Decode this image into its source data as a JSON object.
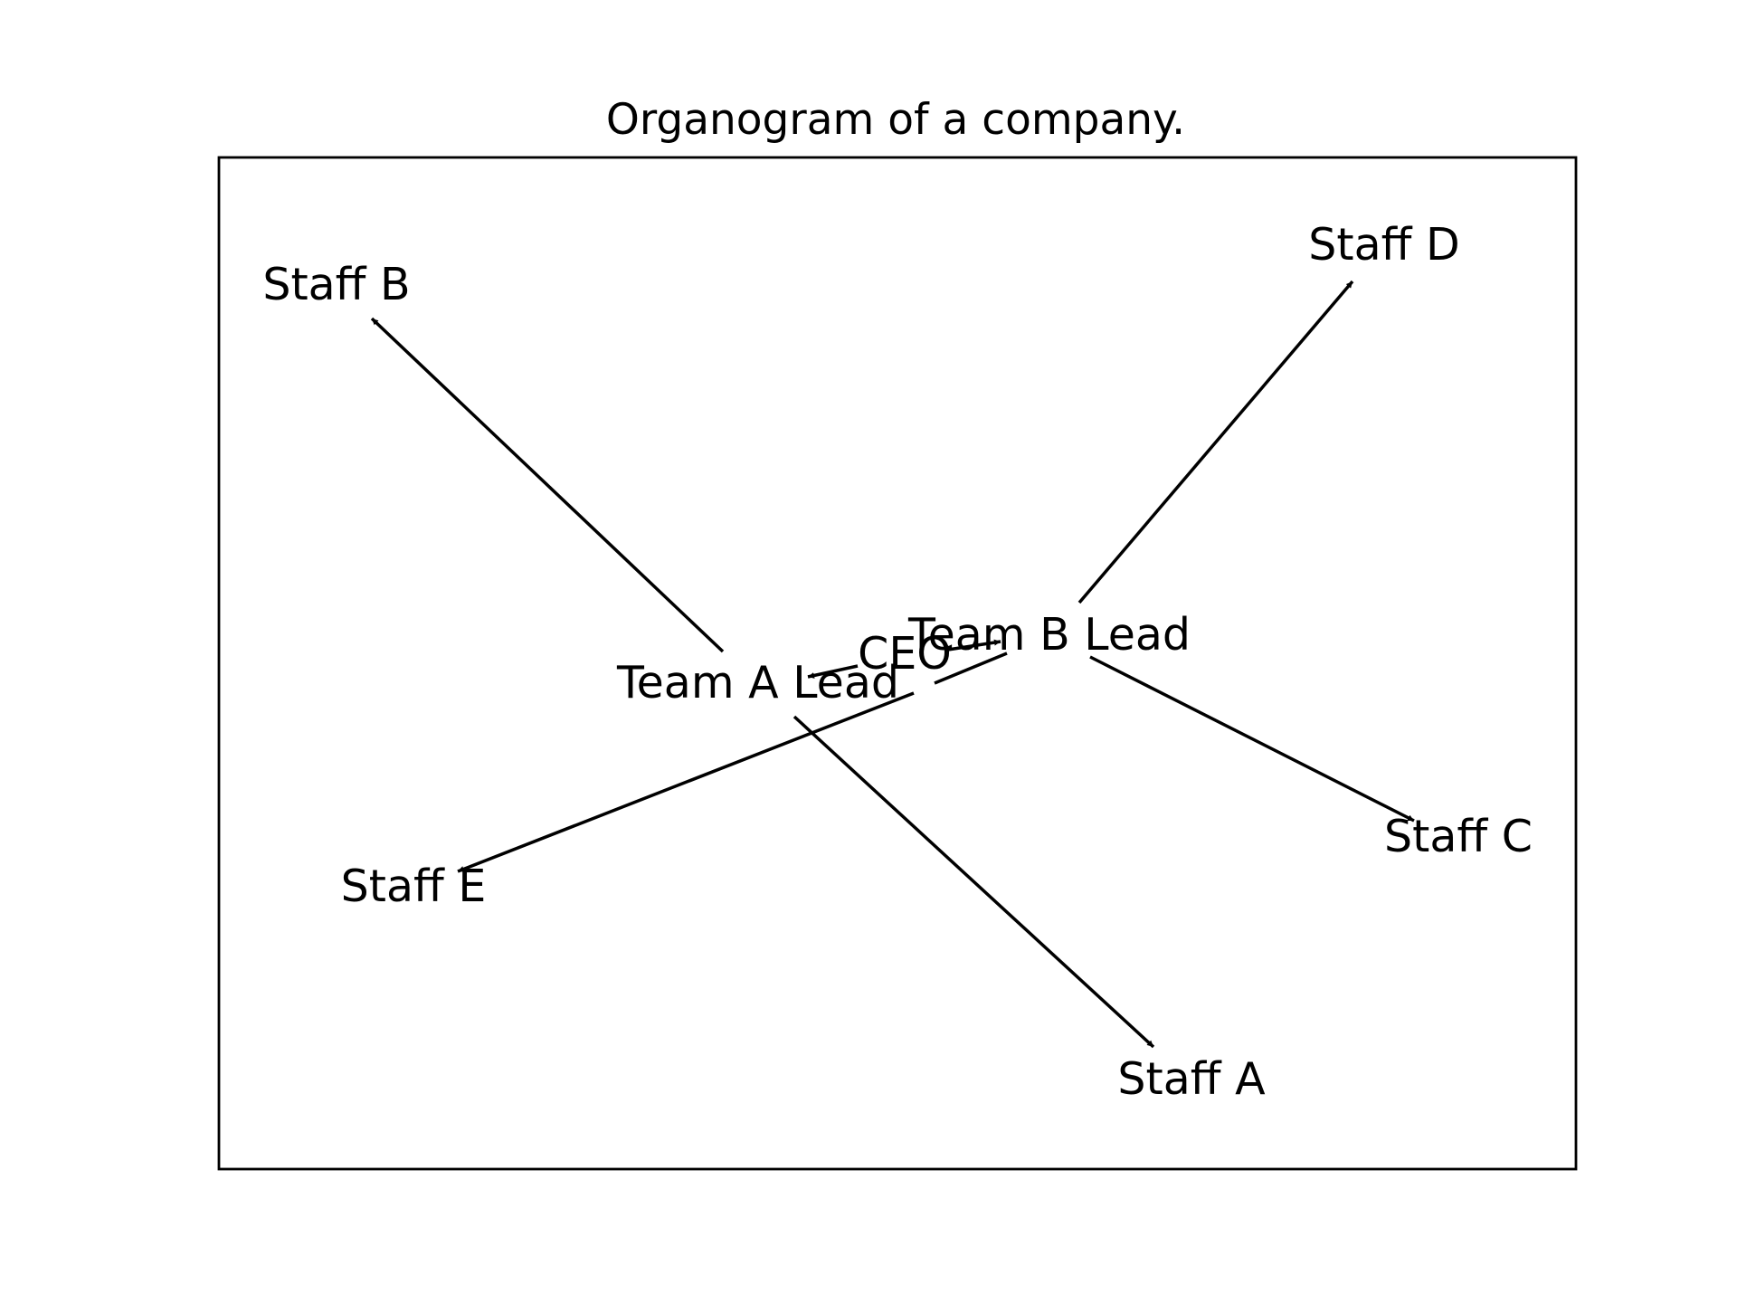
{
  "title": "Organogram of a company.",
  "colors": {
    "ink": "#000000",
    "background": "#ffffff"
  },
  "nodes": [
    {
      "id": "ceo",
      "label": "CEO"
    },
    {
      "id": "team_a_lead",
      "label": "Team A Lead"
    },
    {
      "id": "team_b_lead",
      "label": "Team B Lead"
    },
    {
      "id": "staff_a",
      "label": "Staff A"
    },
    {
      "id": "staff_b",
      "label": "Staff B"
    },
    {
      "id": "staff_c",
      "label": "Staff C"
    },
    {
      "id": "staff_d",
      "label": "Staff D"
    },
    {
      "id": "staff_e",
      "label": "Staff E"
    }
  ],
  "edges": [
    {
      "from": "ceo",
      "to": "team_a_lead"
    },
    {
      "from": "ceo",
      "to": "team_b_lead"
    },
    {
      "from": "team_a_lead",
      "to": "staff_a"
    },
    {
      "from": "team_a_lead",
      "to": "staff_b"
    },
    {
      "from": "team_b_lead",
      "to": "staff_c"
    },
    {
      "from": "team_b_lead",
      "to": "staff_d"
    },
    {
      "from": "team_b_lead",
      "to": "staff_e"
    }
  ]
}
